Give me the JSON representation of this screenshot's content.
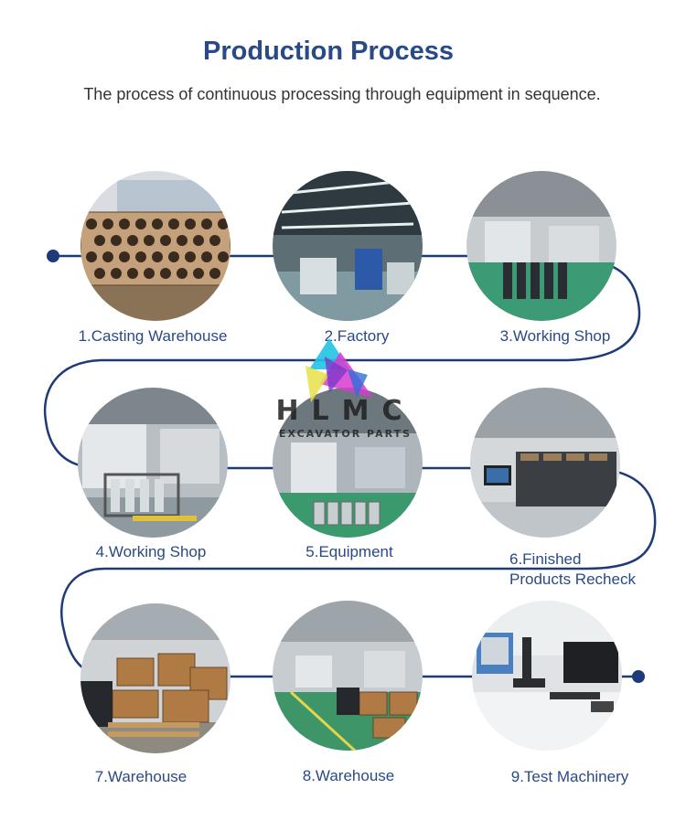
{
  "header": {
    "title": "Production Process",
    "subtitle": "The process of continuous processing through equipment in sequence."
  },
  "logo": {
    "wordmark": "HLMC",
    "tagline": "EXCAVATOR PARTS"
  },
  "colors": {
    "title": "#2a4a86",
    "line": "#1e3a78",
    "label": "#2a4a86",
    "logo_cyan": "#22c2e6",
    "logo_blue": "#2e6fd8",
    "logo_magenta": "#d83ad0",
    "logo_yellow": "#e8e04a",
    "logo_purple": "#7a3ac8"
  },
  "steps": [
    {
      "label": "1.Casting Warehouse",
      "photo": "pipe-stack-photo"
    },
    {
      "label": "2.Factory",
      "photo": "factory-hall-photo"
    },
    {
      "label": "3.Working Shop",
      "photo": "workshop-photo"
    },
    {
      "label": "4.Working Shop",
      "photo": "cnc-machine-photo"
    },
    {
      "label": "5.Equipment",
      "photo": "equipment-photo"
    },
    {
      "label": "6.Finished",
      "label2": "Products Recheck",
      "photo": "recheck-station-photo"
    },
    {
      "label": "7.Warehouse",
      "photo": "warehouse-boxes-photo"
    },
    {
      "label": "8.Warehouse",
      "photo": "warehouse-floor-photo"
    },
    {
      "label": "9.Test Machinery",
      "photo": "lab-microscope-photo"
    }
  ]
}
